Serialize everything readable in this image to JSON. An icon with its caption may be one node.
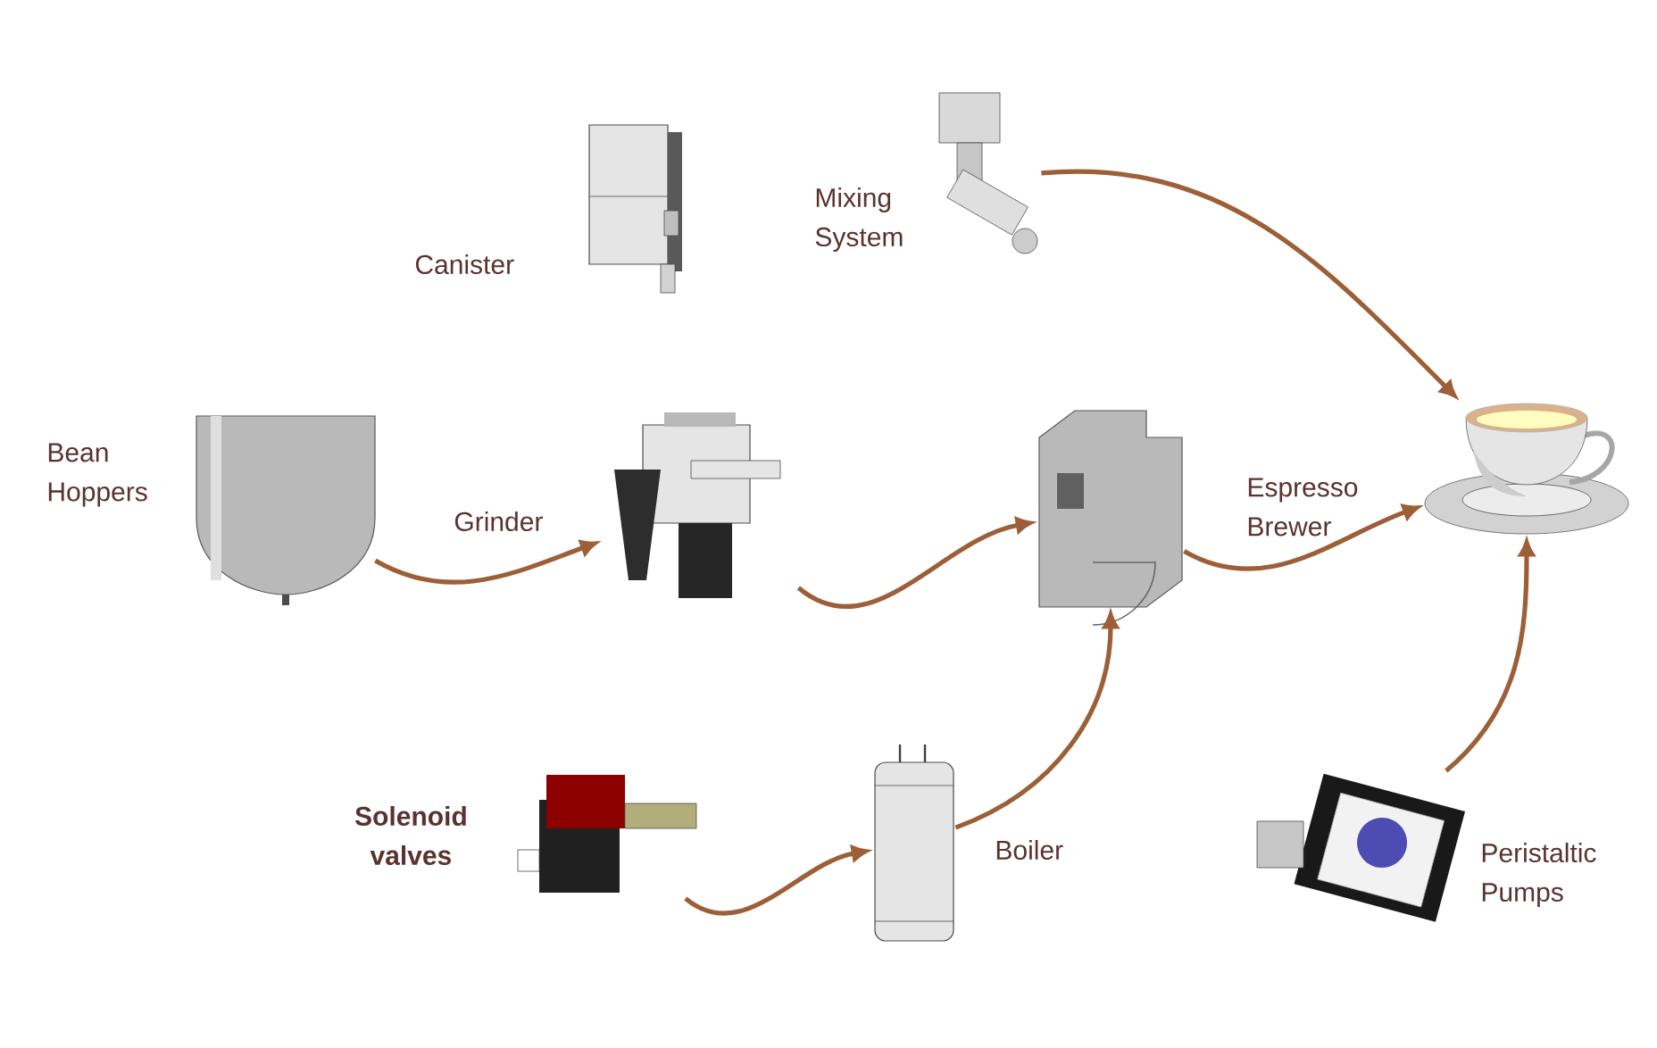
{
  "diagram": {
    "nodes": [
      {
        "text": [],
        "shape": "picture",
        "beside": [
          "Mixing System"
        ]
      },
      {
        "text": [],
        "shape": "picture",
        "beside": [
          "Canister"
        ]
      },
      {
        "text": [],
        "shape": "picture",
        "beside": [
          "Bean Hoppers"
        ]
      },
      {
        "text": [],
        "shape": "picture",
        "beside": [
          "Grinder"
        ]
      },
      {
        "text": [],
        "shape": "picture",
        "beside": [
          "Espresso Brewer"
        ]
      },
      {
        "text": [],
        "shape": "picture"
      },
      {
        "text": [],
        "shape": "picture",
        "beside": [
          "**Solenoid valves**"
        ]
      },
      {
        "text": [],
        "shape": "picture",
        "beside": [
          "Boiler"
        ]
      },
      {
        "text": [],
        "shape": "picture",
        "beside": [
          "Peristaltic Pumps"
        ]
      }
    ],
    "edges": [
      {
        "from": 0,
        "to": 5,
        "arrow": "to"
      },
      {
        "from": 2,
        "to": 3,
        "arrow": "to"
      },
      {
        "from": 3,
        "to": 4,
        "arrow": "to"
      },
      {
        "from": 4,
        "to": 5,
        "arrow": "to"
      },
      {
        "from": 7,
        "to": 4,
        "arrow": "to"
      },
      {
        "from": 6,
        "to": 7,
        "arrow": "to"
      },
      {
        "from": 8,
        "to": 5,
        "arrow": "to"
      }
    ]
  }
}
